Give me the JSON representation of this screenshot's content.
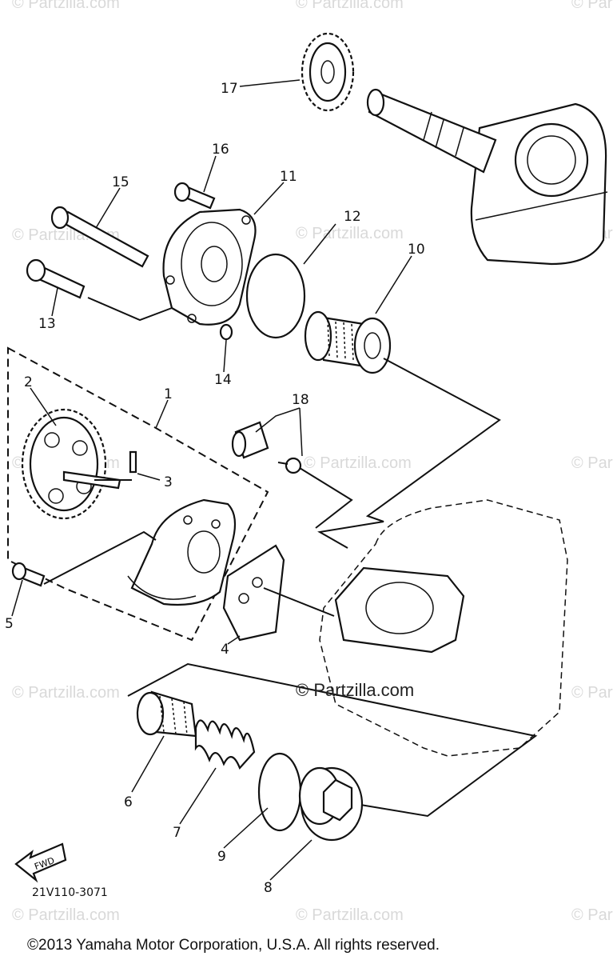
{
  "diagram": {
    "callouts": [
      {
        "id": "p1",
        "label": "1"
      },
      {
        "id": "p2",
        "label": "2"
      },
      {
        "id": "p3",
        "label": "3"
      },
      {
        "id": "p4",
        "label": "4"
      },
      {
        "id": "p5",
        "label": "5"
      },
      {
        "id": "p6",
        "label": "6"
      },
      {
        "id": "p7",
        "label": "7"
      },
      {
        "id": "p8",
        "label": "8"
      },
      {
        "id": "p9",
        "label": "9"
      },
      {
        "id": "p10",
        "label": "10"
      },
      {
        "id": "p11",
        "label": "11"
      },
      {
        "id": "p12",
        "label": "12"
      },
      {
        "id": "p13",
        "label": "13"
      },
      {
        "id": "p14",
        "label": "14"
      },
      {
        "id": "p15",
        "label": "15"
      },
      {
        "id": "p16",
        "label": "16"
      },
      {
        "id": "p17",
        "label": "17"
      },
      {
        "id": "p18",
        "label": "18"
      }
    ],
    "fwd_label": "FWD",
    "diagram_code": "21V110-3071",
    "watermark_main": "© Partzilla.com",
    "watermark_faint": "© Partzilla.com",
    "copyright": "©2013 Yamaha Motor Corporation, U.S.A. All rights reserved."
  }
}
